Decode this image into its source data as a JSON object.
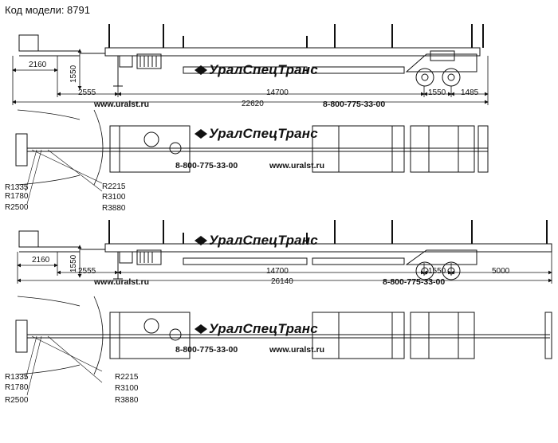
{
  "header": {
    "model_label": "Код модели: 8791"
  },
  "brand": {
    "logo_text": "УралСпецТранс",
    "phone": "8-800-775-33-00",
    "site": "www.uralst.ru"
  },
  "view1": {
    "dims": {
      "overhang": "2160",
      "height": "1550",
      "d1": "2555",
      "d2": "14700",
      "d3": "1550",
      "d4": "1485",
      "total": "22620"
    }
  },
  "view2": {
    "radii": {
      "r1": "R1335",
      "r2": "R1780",
      "r3": "R2500",
      "r4": "R2215",
      "r5": "R3100",
      "r6": "R3880"
    }
  },
  "view3": {
    "dims": {
      "overhang": "2160",
      "height": "1550",
      "d1": "2555",
      "d2": "14700",
      "d3": "1550",
      "d4": "5000",
      "total": "26140"
    }
  },
  "view4": {
    "radii": {
      "r1": "R1335",
      "r2": "R1780",
      "r3": "R2500",
      "r4": "R2215",
      "r5": "R3100",
      "r6": "R3880"
    }
  }
}
